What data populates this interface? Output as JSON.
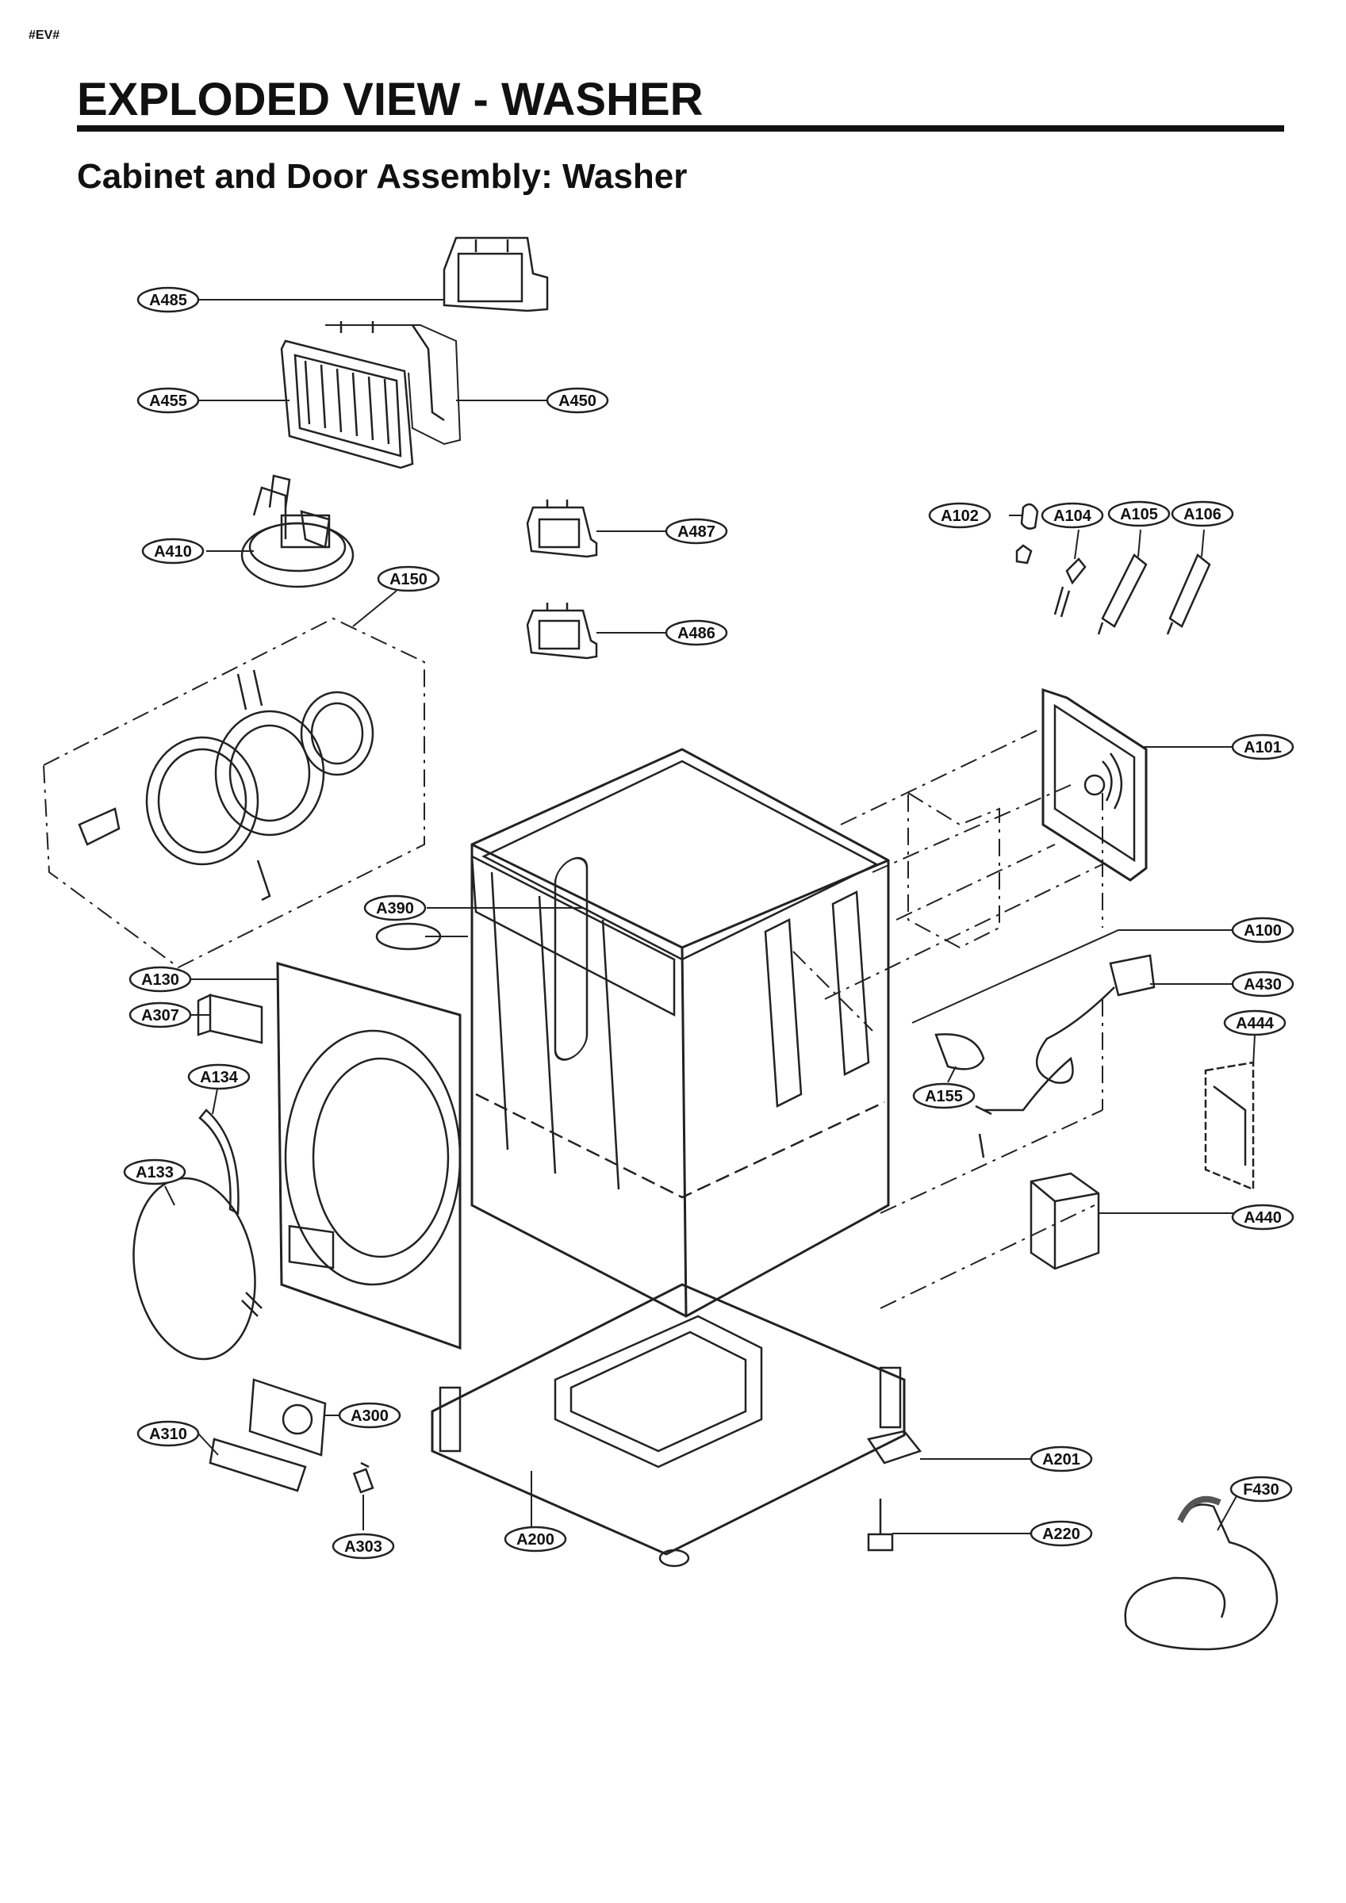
{
  "page": {
    "tag": "#EV#",
    "title": "EXPLODED VIEW - WASHER",
    "subtitle": "Cabinet and Door Assembly: Washer"
  },
  "callouts": [
    {
      "id": "A485",
      "text": "A485"
    },
    {
      "id": "A455",
      "text": "A455"
    },
    {
      "id": "A450",
      "text": "A450"
    },
    {
      "id": "A410",
      "text": "A410"
    },
    {
      "id": "A150",
      "text": "A150"
    },
    {
      "id": "A487",
      "text": "A487"
    },
    {
      "id": "A486",
      "text": "A486"
    },
    {
      "id": "A102",
      "text": "A102"
    },
    {
      "id": "A104",
      "text": "A104"
    },
    {
      "id": "A105",
      "text": "A105"
    },
    {
      "id": "A106",
      "text": "A106"
    },
    {
      "id": "A101",
      "text": "A101"
    },
    {
      "id": "A390",
      "text": "A390"
    },
    {
      "id": "A100",
      "text": "A100"
    },
    {
      "id": "A430",
      "text": "A430"
    },
    {
      "id": "A444",
      "text": "A444"
    },
    {
      "id": "A130",
      "text": "A130"
    },
    {
      "id": "A307",
      "text": "A307"
    },
    {
      "id": "A134",
      "text": "A134"
    },
    {
      "id": "A155",
      "text": "A155"
    },
    {
      "id": "A133",
      "text": "A133"
    },
    {
      "id": "A440",
      "text": "A440"
    },
    {
      "id": "A300",
      "text": "A300"
    },
    {
      "id": "A310",
      "text": "A310"
    },
    {
      "id": "A201",
      "text": "A201"
    },
    {
      "id": "A303",
      "text": "A303"
    },
    {
      "id": "A200",
      "text": "A200"
    },
    {
      "id": "A220",
      "text": "A220"
    },
    {
      "id": "F430",
      "text": "F430"
    }
  ]
}
